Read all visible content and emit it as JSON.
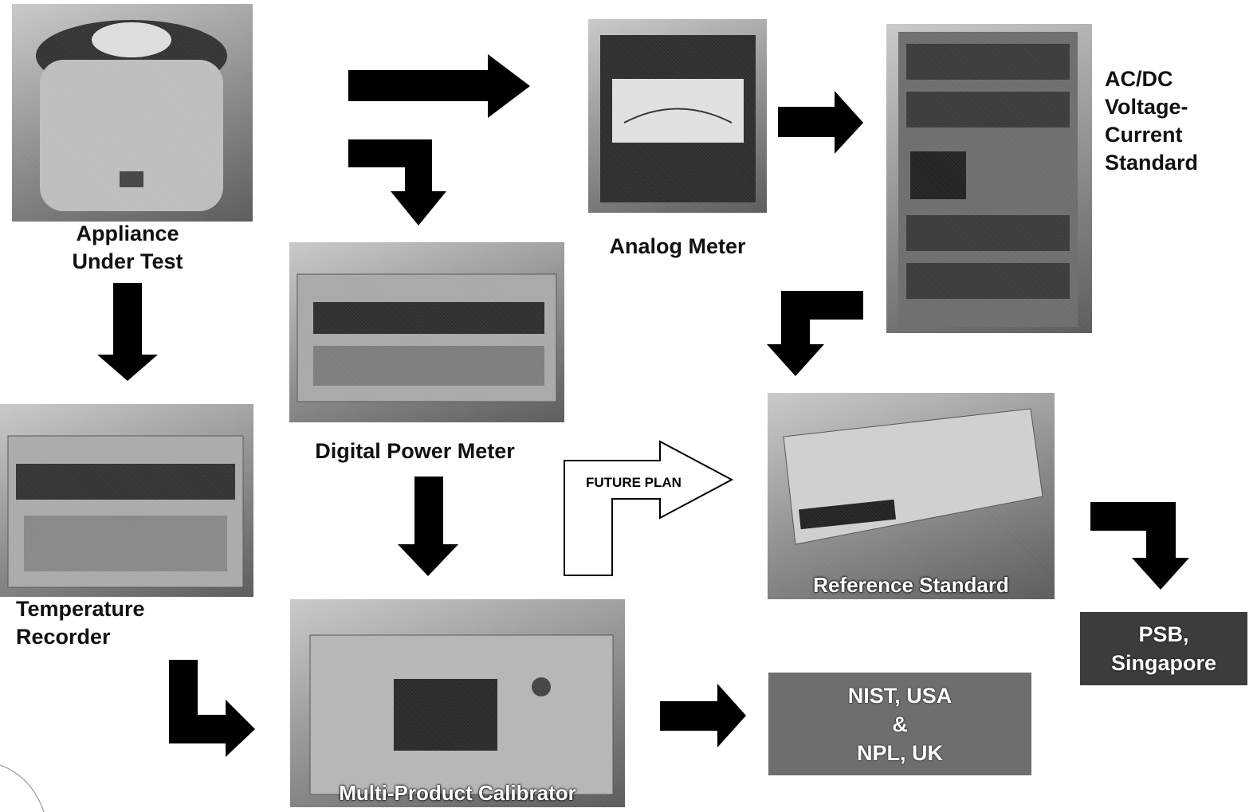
{
  "nodes": {
    "appliance": "Appliance\nUnder Test",
    "temperature_recorder": "Temperature\nRecorder",
    "digital_power_meter": "Digital Power Meter",
    "multi_product_calibrator": "Multi-Product Calibrator",
    "analog_meter": "Analog Meter",
    "acdc_standard": "AC/DC\nVoltage-\nCurrent\nStandard",
    "reference_standard": "Reference Standard",
    "nist_npl": "NIST, USA\n&\nNPL, UK",
    "psb": "PSB,\nSingapore"
  },
  "future_plan": "FUTURE PLAN",
  "colors": {
    "arrow": "#000000",
    "nist_box": "#6e6e6e",
    "psb_box": "#3c3c3c"
  },
  "icons": {
    "appliance": "rice-cooker-photo",
    "temperature_recorder": "chart-recorder-photo",
    "digital_power_meter": "power-meter-photo",
    "multi_product_calibrator": "calibrator-photo",
    "analog_meter": "analog-meter-photo",
    "acdc_standard": "rack-instrument-photo",
    "reference_standard": "reference-standard-photo"
  }
}
